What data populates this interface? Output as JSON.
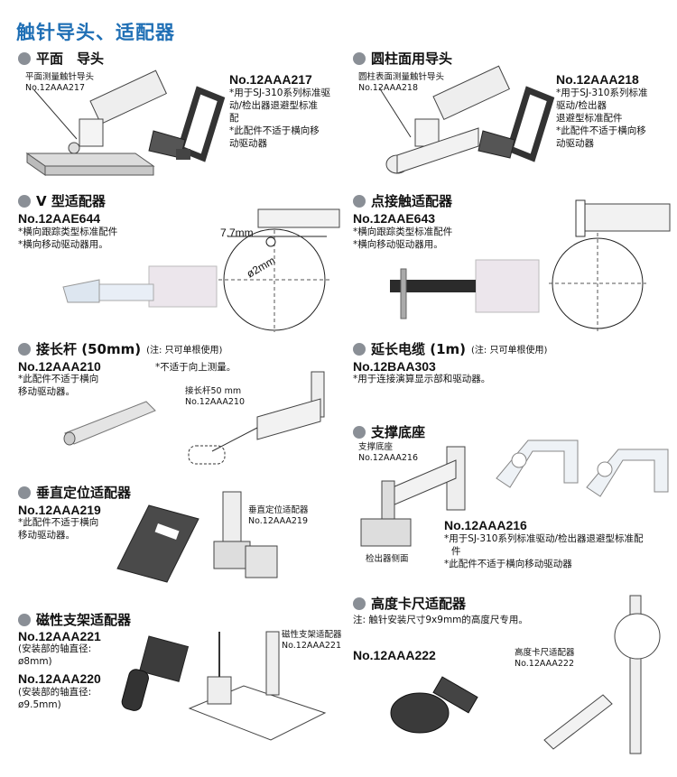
{
  "title": "触针导头、适配器",
  "s1": {
    "heading": "平面　导头",
    "caption": [
      "平面测量触针导头",
      "No.12AAA217"
    ],
    "model": "No.12AAA217",
    "notes": [
      "*用于SJ-310系列标准驱",
      "动/检出器退避型标准",
      "配",
      "*此配件不适于横向移",
      "动驱动器"
    ]
  },
  "s2": {
    "heading": "圆柱面用导头",
    "caption": [
      "圆柱表面测量触针导头",
      "No.12AAA218"
    ],
    "model": "No.12AAA218",
    "notes": [
      "*用于SJ-310系列标准",
      "驱动/检出器",
      "退避型标准配件",
      "*此配件不适于横向移",
      "动驱动器"
    ]
  },
  "s3": {
    "heading": "V 型适配器",
    "model": "No.12AAE644",
    "notes": [
      "*横向跟踪类型标准配件",
      "*横向移动驱动器用。"
    ],
    "dim1": "7.7mm",
    "dim2": "ø2mm"
  },
  "s4": {
    "heading": "点接触适配器",
    "model": "No.12AAE643",
    "notes": [
      "*横向跟踪类型标准配件",
      "*横向移动驱动器用。"
    ]
  },
  "s5": {
    "heading": "接长杆 (50mm)",
    "heading_note": "(注: 只可单根使用)",
    "model": "No.12AAA210",
    "notes": [
      "*此配件不适于横向",
      "移动驱动器。"
    ],
    "note_right": "*不适于向上测量。",
    "caption": [
      "接长杆50 mm",
      "No.12AAA210"
    ]
  },
  "s6": {
    "heading": "延长电缆 (1m)",
    "heading_note": "(注: 只可单根使用)",
    "model": "No.12BAA303",
    "notes": [
      "*用于连接演算显示部和驱动器。"
    ]
  },
  "s7": {
    "heading": "支撑底座",
    "caption": [
      "支撑底座",
      "No.12AAA216"
    ],
    "model": "No.12AAA216",
    "notes": [
      "*用于SJ-310系列标准驱动/检出器退避型标准配",
      "件",
      "*此配件不适于横向移动驱动器"
    ],
    "side": "检出器侧面"
  },
  "s8": {
    "heading": "垂直定位适配器",
    "model": "No.12AAA219",
    "notes": [
      "*此配件不适于横向",
      "移动驱动器。"
    ],
    "caption": [
      "垂直定位适配器",
      "No.12AAA219"
    ]
  },
  "s9": {
    "heading": "磁性支架适配器",
    "model1": "No.12AAA221",
    "shaft1": [
      "(安装部的轴直径:",
      "ø8mm)"
    ],
    "model2": "No.12AAA220",
    "shaft2": [
      "(安装部的轴直径:",
      "ø9.5mm)"
    ],
    "caption": [
      "磁性支架适配器",
      "No.12AAA221"
    ]
  },
  "s10": {
    "heading": "高度卡尺适配器",
    "note": "注: 触针安装尺寸9x9mm的高度尺专用。",
    "model": "No.12AAA222",
    "caption": [
      "高度卡尺适配器",
      "No.12AAA222"
    ]
  }
}
